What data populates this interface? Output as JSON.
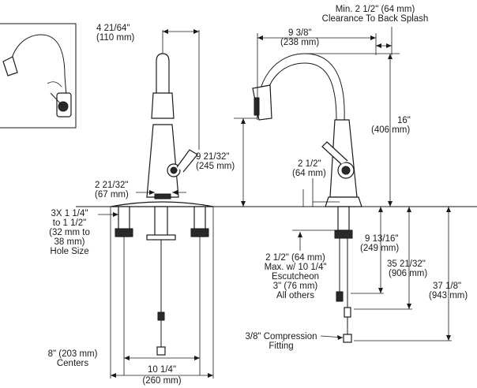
{
  "dimensions": {
    "hose_to_handle": [
      "4 21/64\"",
      "(110 mm)"
    ],
    "backsplash": [
      "Min. 2 1/2\" (64 mm)",
      "Clearance To Back Splash"
    ],
    "reach": [
      "9 3/8\"",
      "(238 mm)"
    ],
    "spout_height": [
      "16\"",
      "(406 mm)"
    ],
    "aerator_height": [
      "9 21/32\"",
      "(245 mm)"
    ],
    "spout_offset": [
      "2 1/2\"",
      "(64 mm)"
    ],
    "base_width": [
      "2 21/32\"",
      "(67 mm)"
    ],
    "hole_size": [
      "3X 1 1/4\"",
      "to 1 1/2\"",
      "(32 mm to",
      "38 mm)",
      "Hole Size"
    ],
    "shank_length": [
      "9 13/16\"",
      "(249 mm)"
    ],
    "hose_length": [
      "35 21/32\"",
      "(906 mm)"
    ],
    "total_length": [
      "37 1/8\"",
      "(943 mm)"
    ],
    "deck_thickness": [
      "2 1/2\" (64 mm)",
      "Max. w/ 10 1/4\"",
      "Escutcheon",
      "3\" (76 mm)",
      "All others"
    ],
    "centers": [
      "8\" (203 mm)",
      "Centers"
    ],
    "escutcheon_width": [
      "10 1/4\"",
      "(260 mm)"
    ],
    "compression": [
      "3/8\" Compression",
      "Fitting"
    ]
  }
}
